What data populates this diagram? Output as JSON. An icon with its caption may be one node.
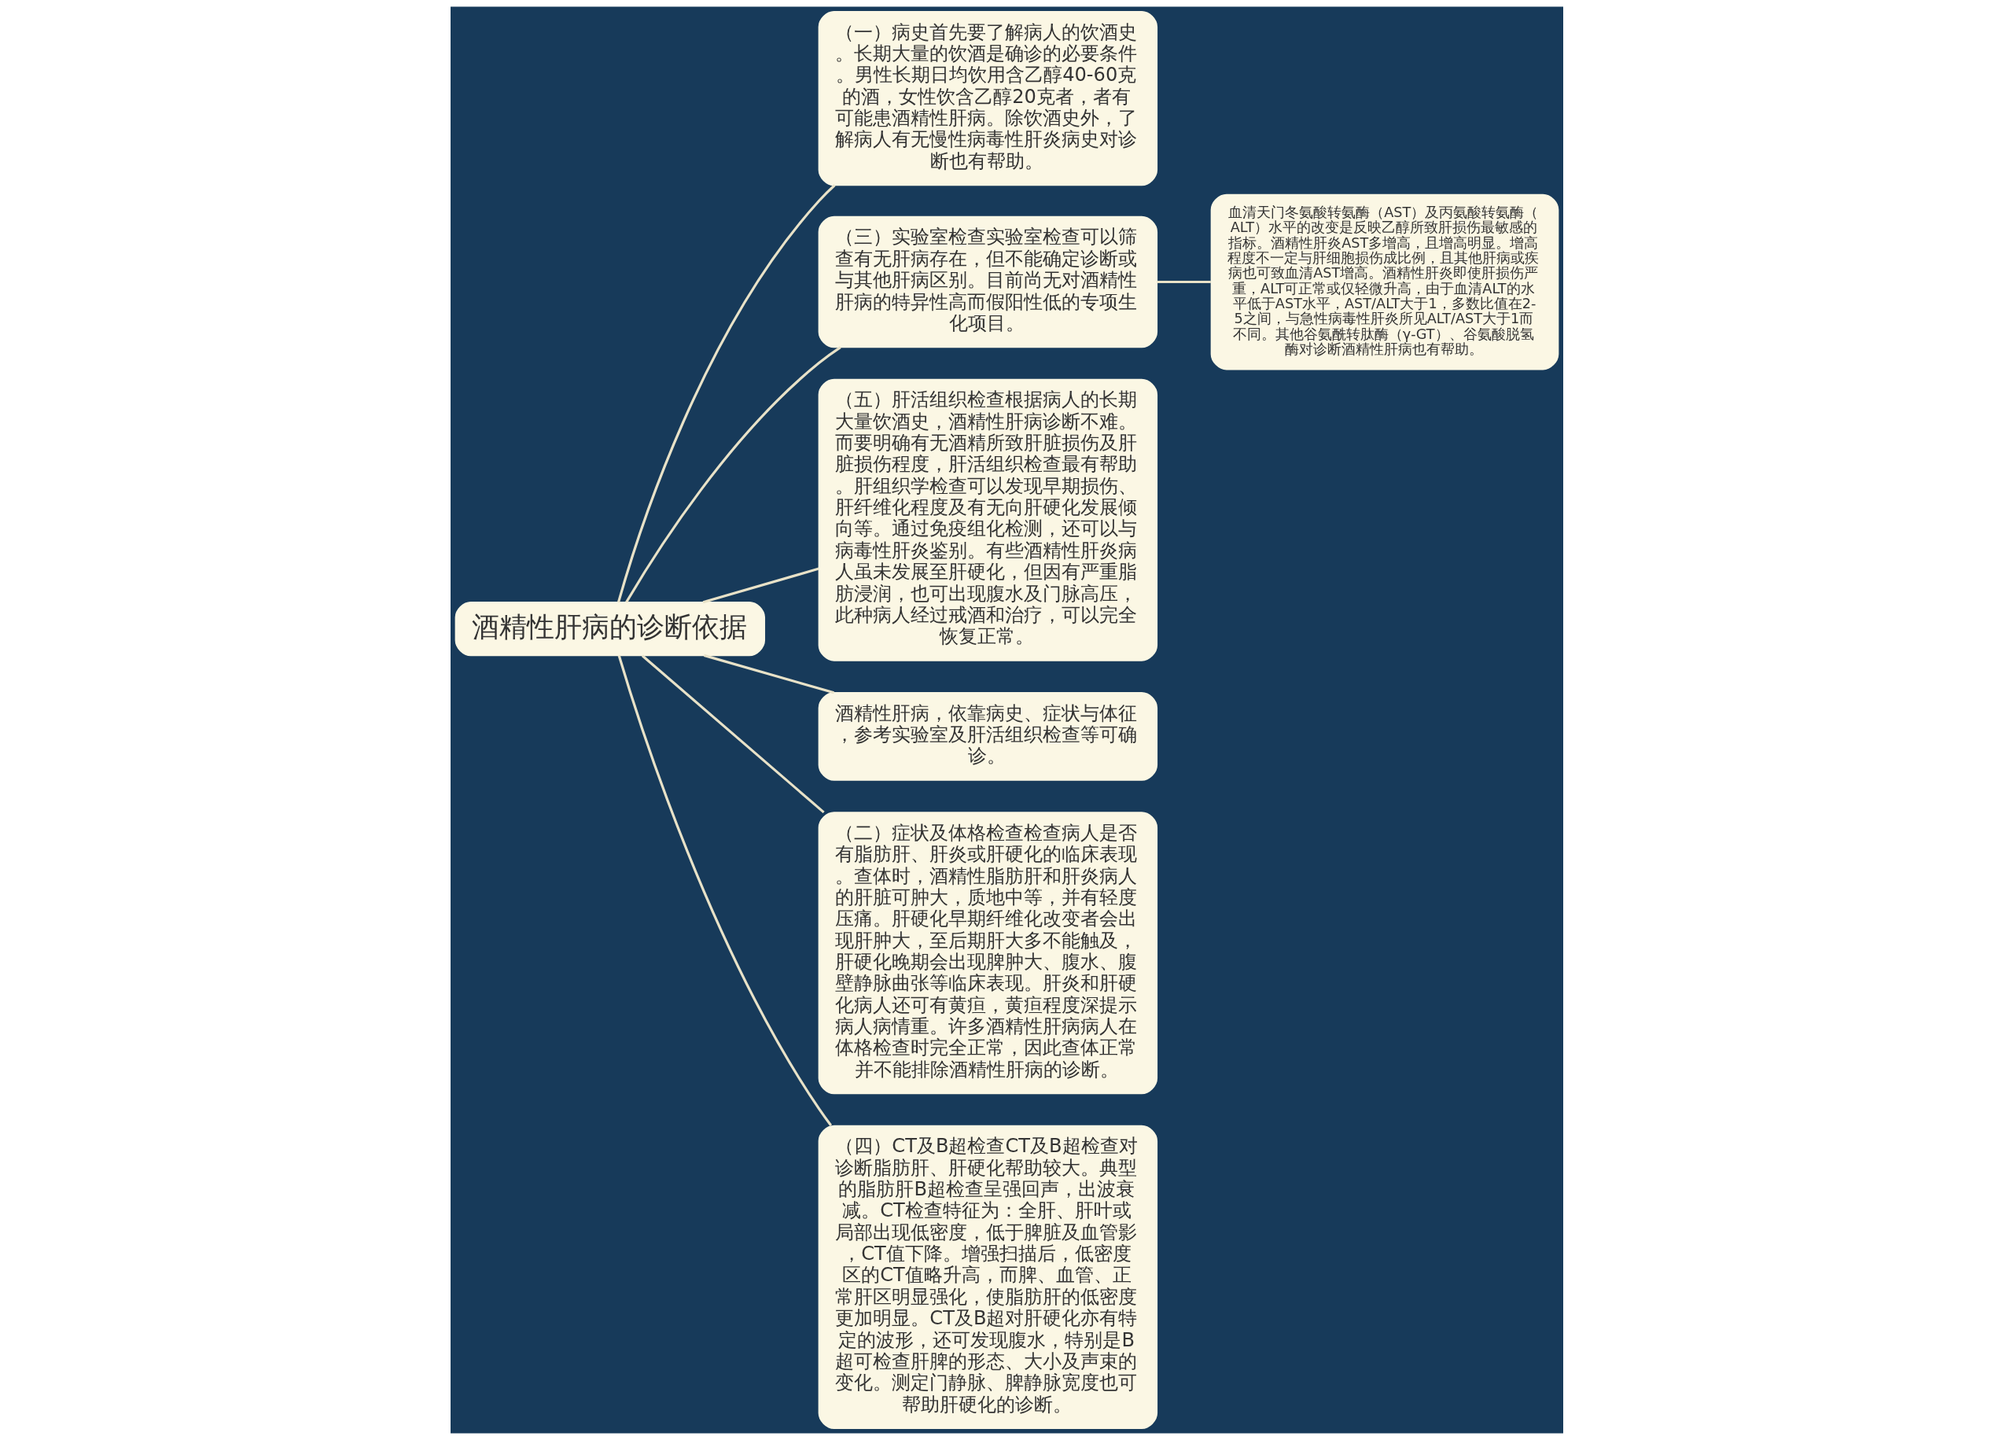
{
  "diagram": {
    "nodes": [
      {
        "text": [
          "酒精性肝病的诊断依据"
        ]
      },
      {
        "text": [
          "（一）病史首先要了解病人的饮酒史。长期大量的饮酒是确诊的必要条件。男性长期日均饮用含乙醇40-60克的酒，女性饮含乙醇20克者，者有可能患酒精性肝病。除饮酒史外，了解病人有无慢性病毒性肝炎病史对诊断也有帮助。"
        ]
      },
      {
        "text": [
          "（三）实验室检查实验室检查可以筛查有无肝病存在，但不能确定诊断或与其他肝病区别。目前尚无对酒精性肝病的特异性高而假阳性低的专项生化项目。"
        ]
      },
      {
        "text": [
          "血清天门冬氨酸转氨酶（AST）及丙氨酸转氨酶（ALT）水平的改变是反映乙醇所致肝损伤最敏感的指标。酒精性肝炎AST多增高，且增高明显。增高程度不一定与肝细胞损伤成比例，且其他肝病或疾病也可致血清AST增高。酒精性肝炎即使肝损伤严重，ALT可正常或仅轻微升高，由于血清ALT的水平低于AST水平，AST/ALT大于1，多数比值在2-5之间，与急性病毒性肝炎所见ALT/AST大于1而不同。其他谷氨酰转肽酶（γ-GT）、谷氨酸脱氢酶对诊断酒精性肝病也有帮助。"
        ]
      },
      {
        "text": [
          "（五）肝活组织检查根据病人的长期大量饮酒史，酒精性肝病诊断不难。而要明确有无酒精所致肝脏损伤及肝脏损伤程度，肝活组织检查最有帮助。肝组织学检查可以发现早期损伤、肝纤维化程度及有无向肝硬化发展倾向等。通过免疫组化检测，还可以与病毒性肝炎鉴别。有些酒精性肝炎病人虽未发展至肝硬化，但因有严重脂肪浸润，也可出现腹水及门脉高压，此种病人经过戒酒和治疗，可以完全恢复正常。"
        ]
      },
      {
        "text": [
          "酒精性肝病，依靠病史、症状与体征，参考实验室及肝活组织检查等可确诊。"
        ]
      },
      {
        "text": [
          "（二）症状及体格检查检查病人是否有脂肪肝、肝炎或肝硬化的临床表现。查体时，酒精性脂肪肝和肝炎病人的肝脏可肿大，质地中等，并有轻度压痛。肝硬化早期纤维化改变者会出现肝肿大，至后期肝大多不能触及，肝硬化晚期会出现脾肿大、腹水、腹壁静脉曲张等临床表现。肝炎和肝硬化病人还可有黄疸，黄疸程度深提示病人病情重。许多酒精性肝病病人在体格检查时完全正常，因此查体正常并不能排除酒精性肝病的诊断。"
        ]
      },
      {
        "text": [
          "（四）CT及B超检查CT及B超检查对诊断脂肪肝、肝硬化帮助较大。典型的脂肪肝B超检查呈强回声，出波衰减。CT检查特征为：全肝、肝叶或局部出现低密度，低于脾脏及血管影，CT值下降。增强扫描后，低密度区的CT值略升高，而脾、血管、正常肝区明显强化，使脂肪肝的低密度更加明显。CT及B超对肝硬化亦有特定的波形，还可发现腹水，特别是B超可检查肝脾的形态、大小及声束的变化。测定门静脉、脾静脉宽度也可帮助肝硬化的诊断。"
        ]
      }
    ],
    "edges": [
      {
        "from": 0,
        "to": 1,
        "arrow": "none"
      },
      {
        "from": 0,
        "to": 2,
        "arrow": "none"
      },
      {
        "from": 2,
        "to": 3,
        "arrow": "none"
      },
      {
        "from": 0,
        "to": 4,
        "arrow": "none"
      },
      {
        "from": 0,
        "to": 5,
        "arrow": "none"
      },
      {
        "from": 0,
        "to": 6,
        "arrow": "none"
      },
      {
        "from": 0,
        "to": 7,
        "arrow": "none"
      }
    ]
  }
}
